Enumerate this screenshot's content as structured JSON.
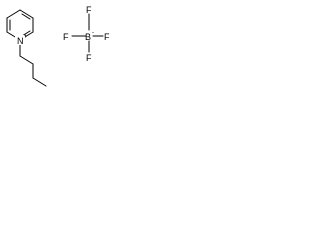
{
  "molecule": {
    "cation": {
      "ring_nitrogen": "N",
      "ring_nitrogen_charge": "+"
    },
    "anion": {
      "central_atom": "B",
      "central_atom_charge": "-",
      "ligand_top": "F",
      "ligand_left": "F",
      "ligand_right": "F",
      "ligand_bottom": "F"
    }
  },
  "colors": {
    "ink": "#000000",
    "background": "#ffffff"
  }
}
